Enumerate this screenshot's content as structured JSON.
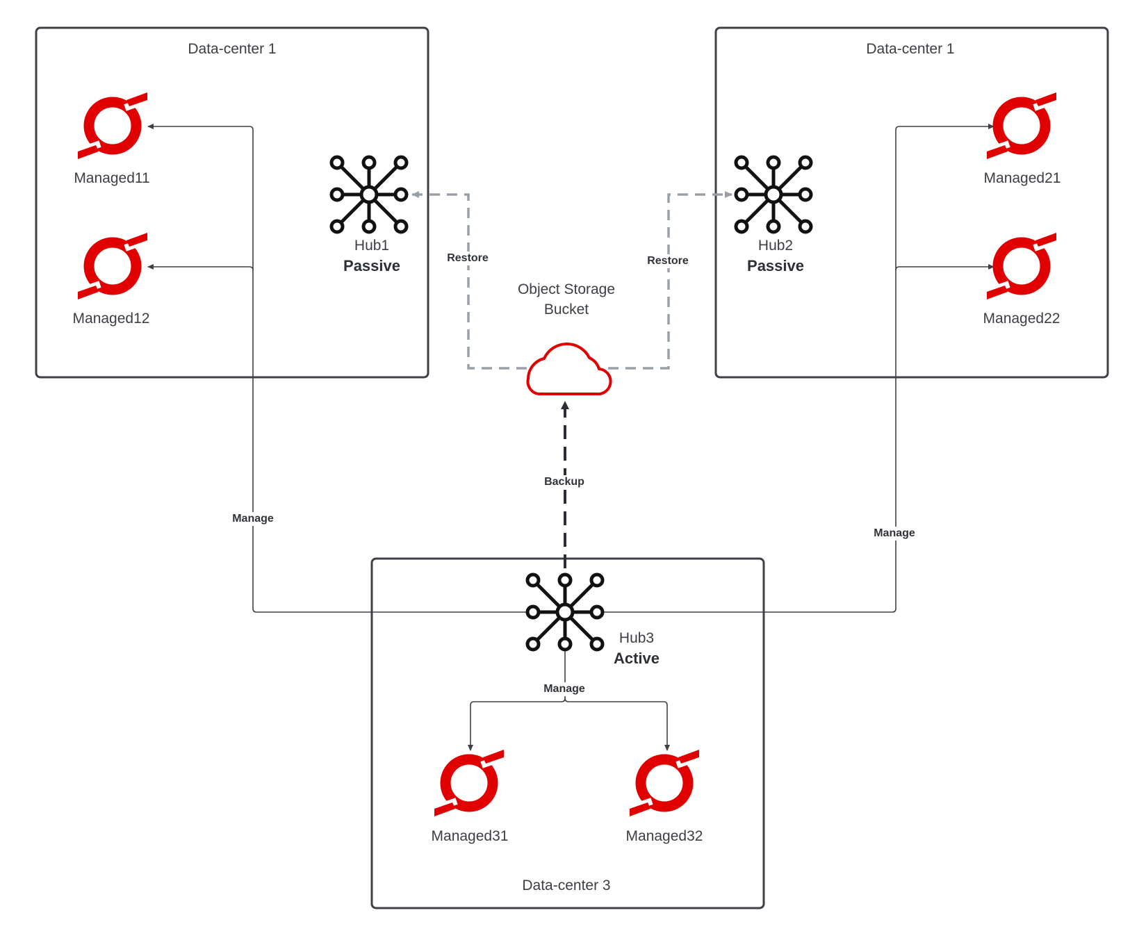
{
  "datacenters": {
    "dc1": "Data-center 1",
    "dc2": "Data-center 1",
    "dc3": "Data-center 3"
  },
  "hubs": {
    "hub1": {
      "name": "Hub1",
      "state": "Passive"
    },
    "hub2": {
      "name": "Hub2",
      "state": "Passive"
    },
    "hub3": {
      "name": "Hub3",
      "state": "Active"
    }
  },
  "managed": {
    "m11": "Managed11",
    "m12": "Managed12",
    "m21": "Managed21",
    "m22": "Managed22",
    "m31": "Managed31",
    "m32": "Managed32"
  },
  "storage": {
    "line1": "Object Storage",
    "line2": "Bucket"
  },
  "edges": {
    "restore_left": "Restore",
    "restore_right": "Restore",
    "backup": "Backup",
    "manage_left": "Manage",
    "manage_right": "Manage",
    "manage_bottom": "Manage"
  },
  "colors": {
    "managed_logo": "#e00000",
    "cloud": "#e00000",
    "box_border": "#3d4147",
    "restore_line": "#9aa0a8",
    "manage_line": "#3d4147",
    "hub_icon": "#111111"
  },
  "icons": {
    "managed": "openshift-logo",
    "hub": "hub-network-icon",
    "storage": "cloud-icon"
  }
}
